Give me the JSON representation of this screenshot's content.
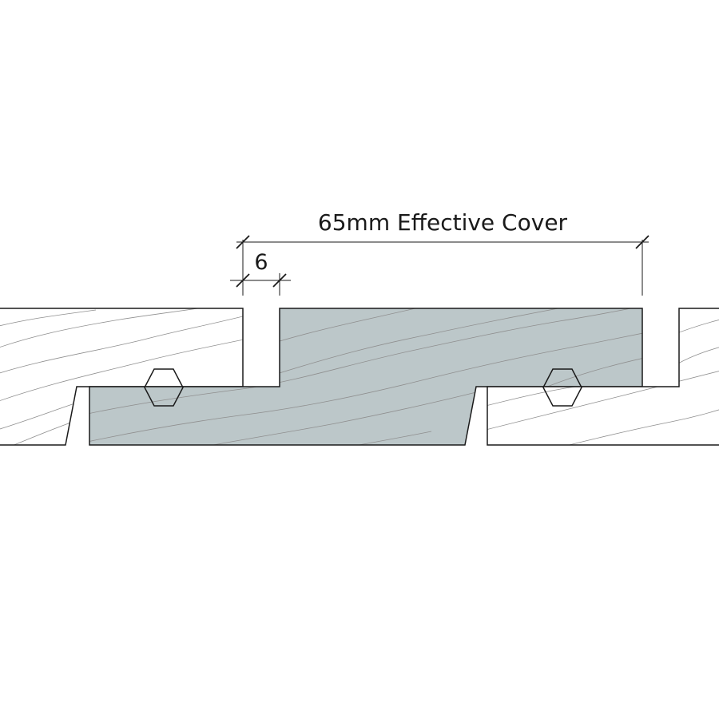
{
  "dimensions": {
    "cover_label": "65mm Effective Cover",
    "gap_label": "6"
  },
  "colors": {
    "highlighted_board_fill": "#bcc7c9",
    "background": "#ffffff",
    "outline": "#1a1a1a",
    "grain": "#8f8f8f"
  },
  "elements": {
    "boards": [
      "left-board",
      "center-board-highlighted",
      "right-board"
    ],
    "fixings": [
      "hex-fixing",
      "hex-fixing"
    ]
  }
}
